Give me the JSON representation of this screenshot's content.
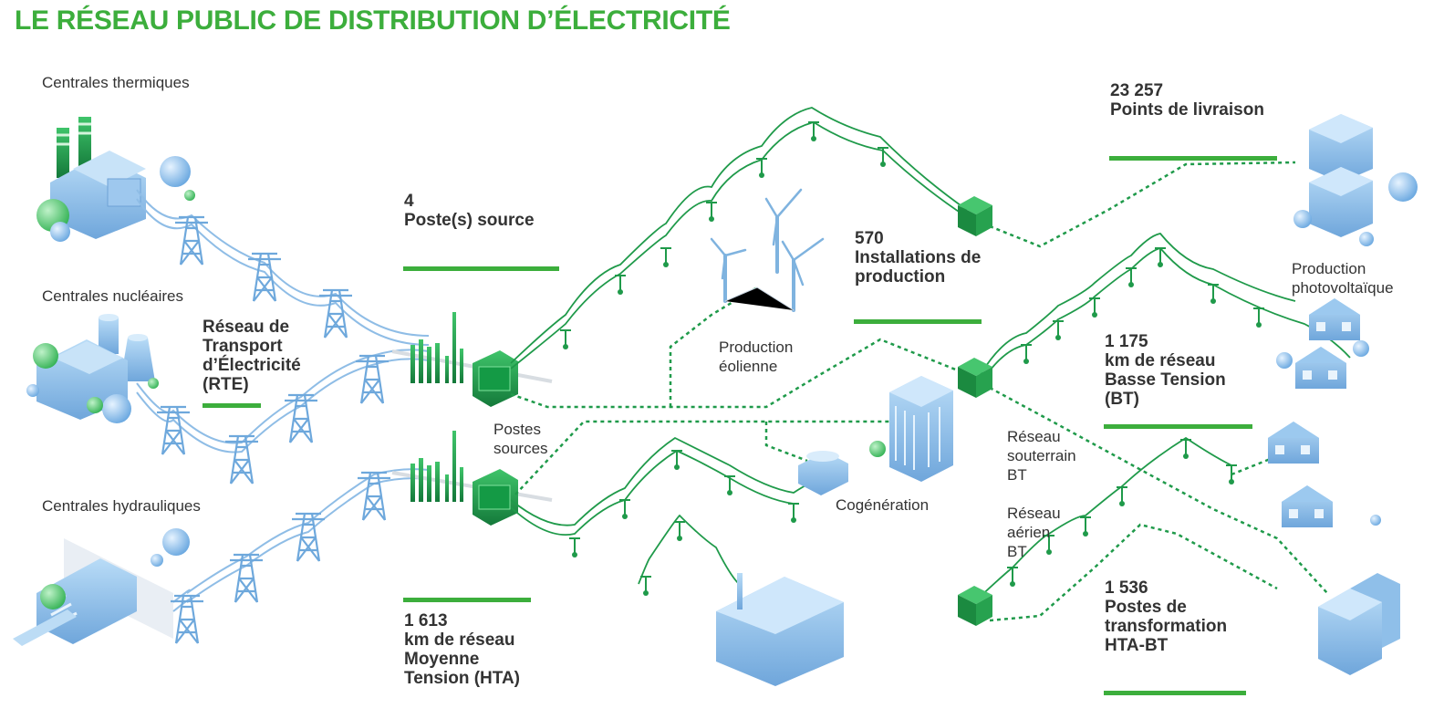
{
  "title": "LE RÉSEAU PUBLIC DE DISTRIBUTION D’ÉLECTRICITÉ",
  "colors": {
    "accent": "#3cae3c",
    "network_green": "#1f9a4a",
    "rte_blue": "#8fbde6"
  },
  "plants": {
    "thermal": "Centrales thermiques",
    "nuclear": "Centrales nucléaires",
    "hydro": "Centrales hydrauliques"
  },
  "rte": {
    "lines": [
      "Réseau de",
      "Transport",
      "d’Électricité",
      "(RTE)"
    ]
  },
  "labels": {
    "postes_sources": [
      "Postes",
      "sources"
    ],
    "eolienne": [
      "Production",
      "éolienne"
    ],
    "cogeneration": "Cogénération",
    "photovoltaique": [
      "Production",
      "photovoltaïque"
    ],
    "souterrain": [
      "Réseau",
      "souterrain",
      "BT"
    ],
    "aerien": [
      "Réseau",
      "aérien",
      "BT"
    ]
  },
  "stats": {
    "postes_source": {
      "value": "4",
      "lines": [
        "Poste(s) source"
      ]
    },
    "installations": {
      "value": "570",
      "lines": [
        "Installations de",
        "production"
      ]
    },
    "livraison": {
      "value": "23 257",
      "lines": [
        "Points de livraison"
      ]
    },
    "bt": {
      "value": "1 175",
      "lines": [
        "km de réseau",
        "Basse Tension",
        "(BT)"
      ]
    },
    "hta": {
      "value": "1 613",
      "lines": [
        "km de réseau",
        "Moyenne",
        "Tension (HTA)"
      ]
    },
    "transformation": {
      "value": "1 536",
      "lines": [
        "Postes de",
        "transformation",
        "HTA-BT"
      ]
    }
  }
}
